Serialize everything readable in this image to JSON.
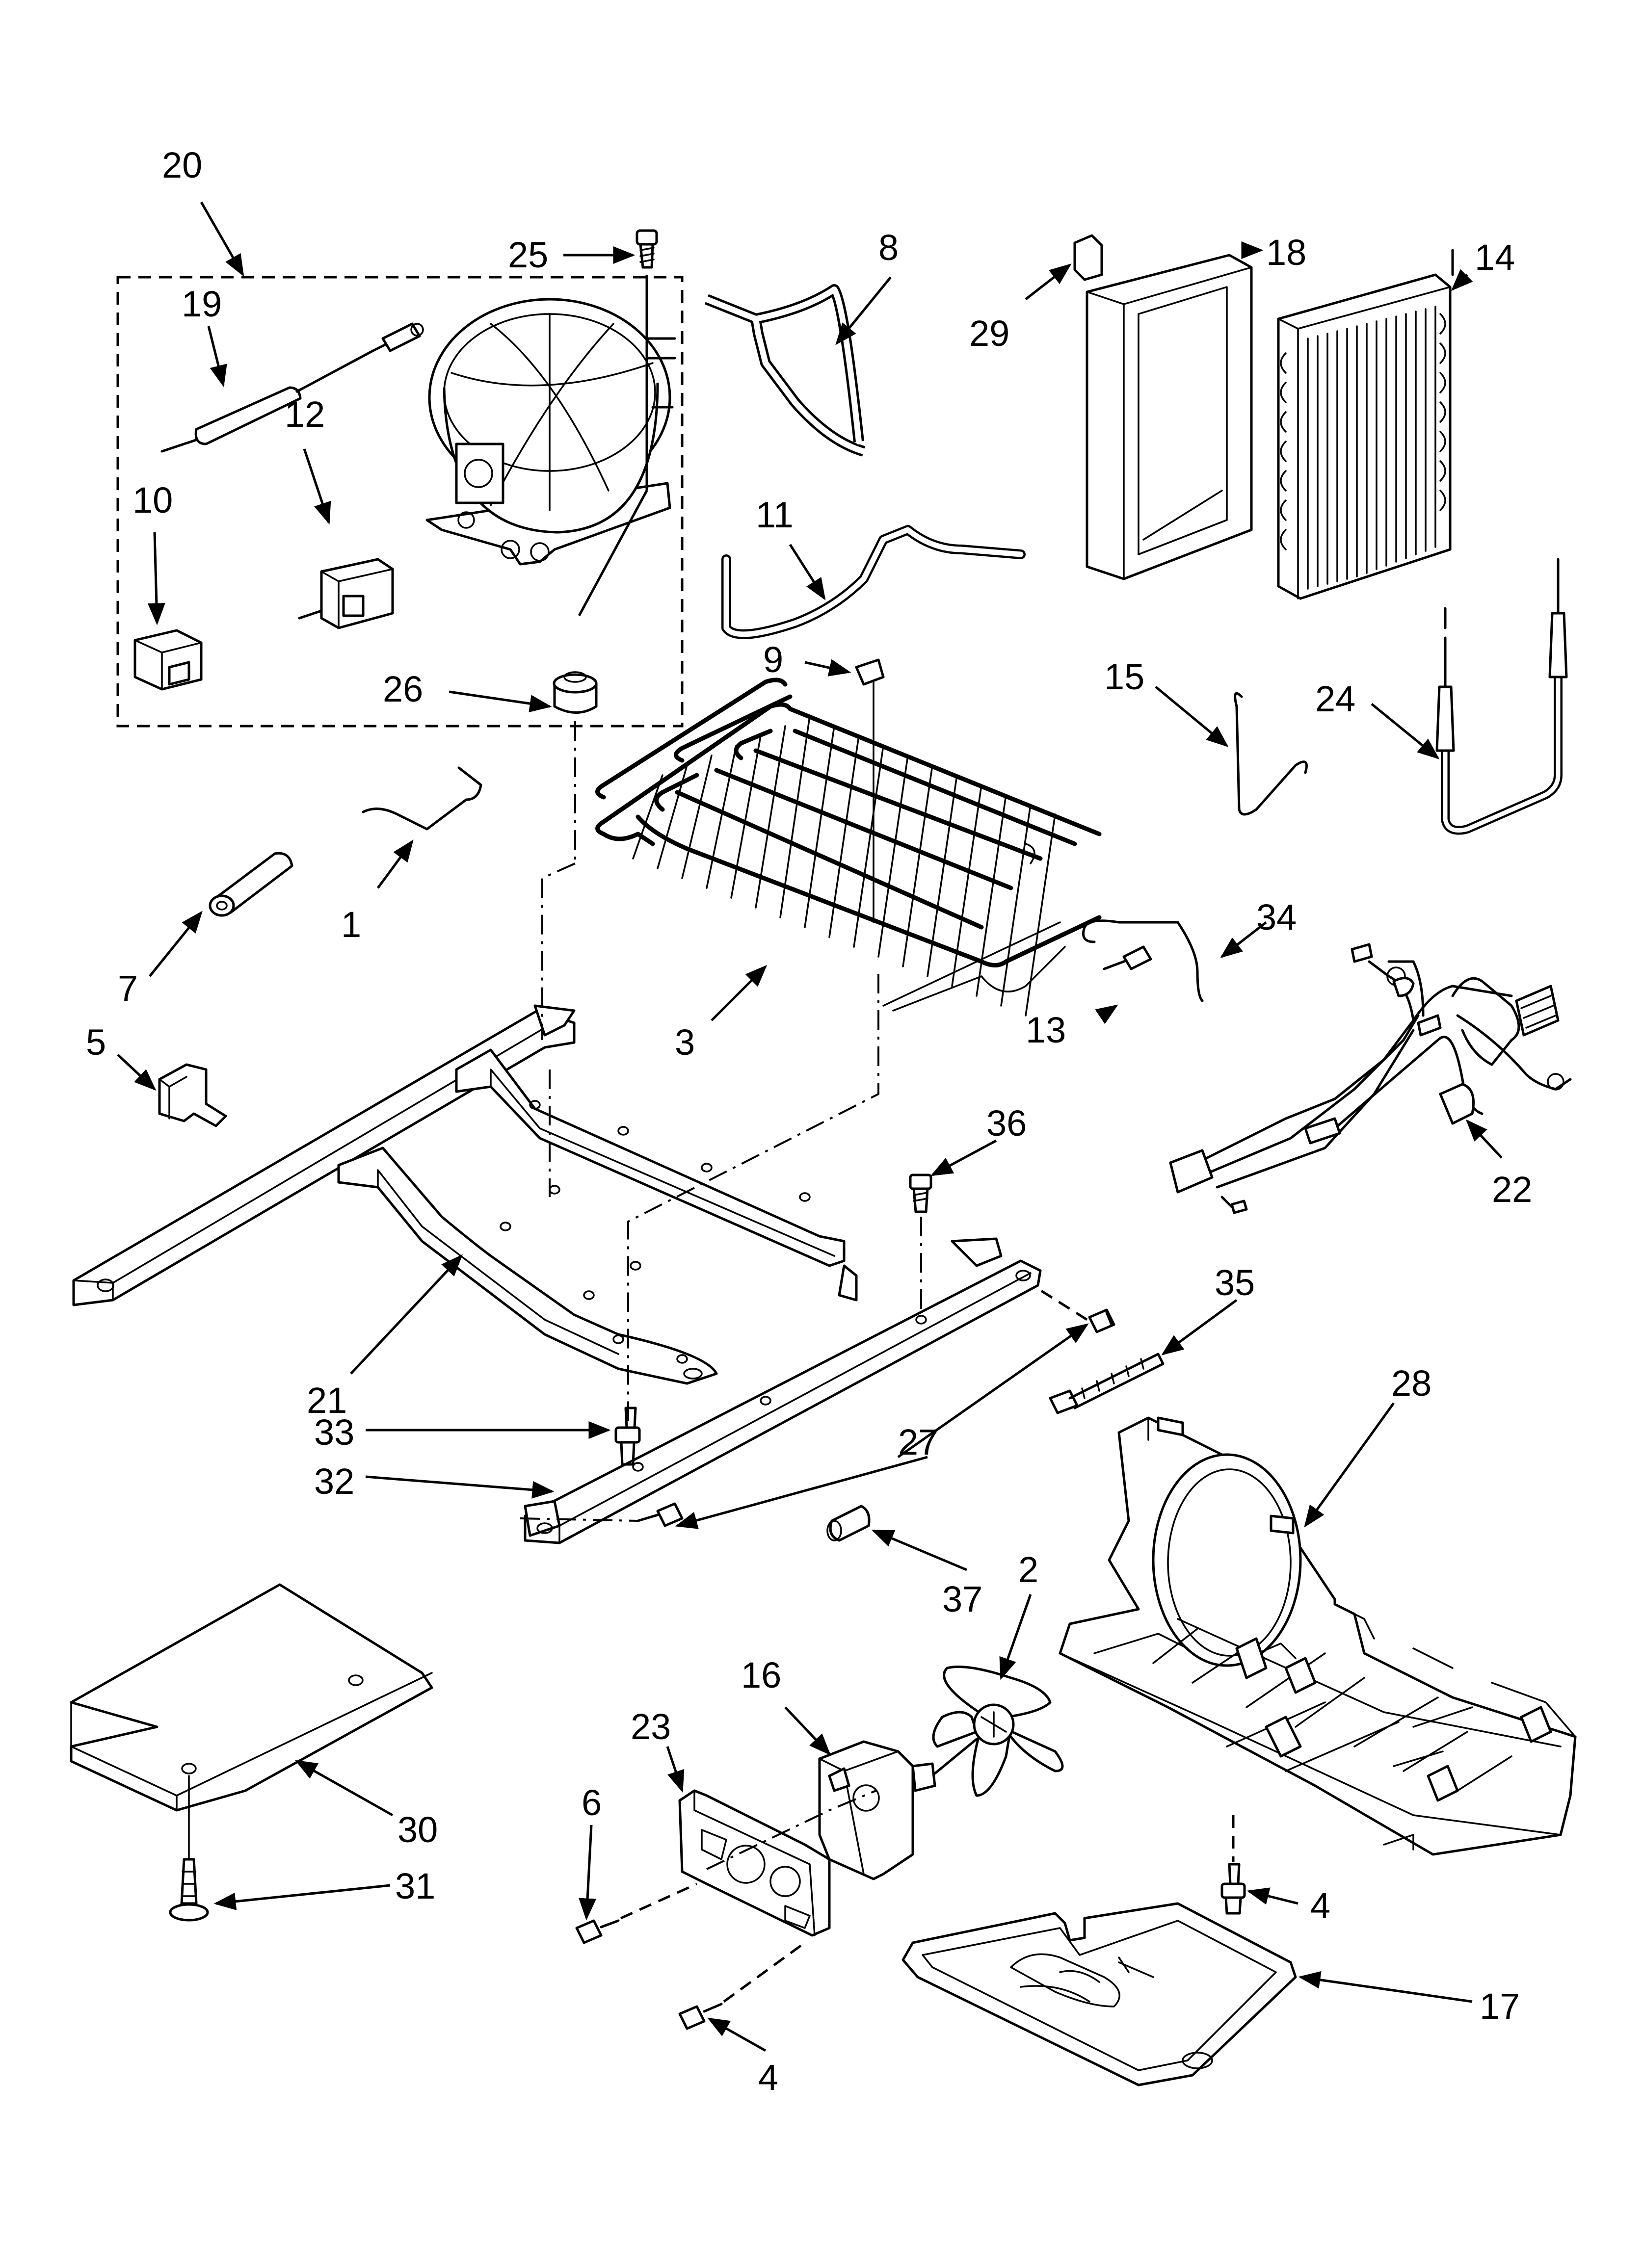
{
  "callouts": {
    "c1": "1",
    "c2": "2",
    "c3": "3",
    "c4a": "4",
    "c4b": "4",
    "c5": "5",
    "c6": "6",
    "c7": "7",
    "c8": "8",
    "c9": "9",
    "c10": "10",
    "c11": "11",
    "c12": "12",
    "c13": "13",
    "c14": "14",
    "c15": "15",
    "c16": "16",
    "c17": "17",
    "c18": "18",
    "c19": "19",
    "c20": "20",
    "c21": "21",
    "c22": "22",
    "c23": "23",
    "c24": "24",
    "c25": "25",
    "c26": "26",
    "c27": "27",
    "c28": "28",
    "c29": "29",
    "c30": "30",
    "c31": "31",
    "c32": "32",
    "c33": "33",
    "c34": "34",
    "c35": "35",
    "c36": "36",
    "c37": "37"
  },
  "colors": {
    "line": "#000000",
    "background": "#ffffff"
  }
}
